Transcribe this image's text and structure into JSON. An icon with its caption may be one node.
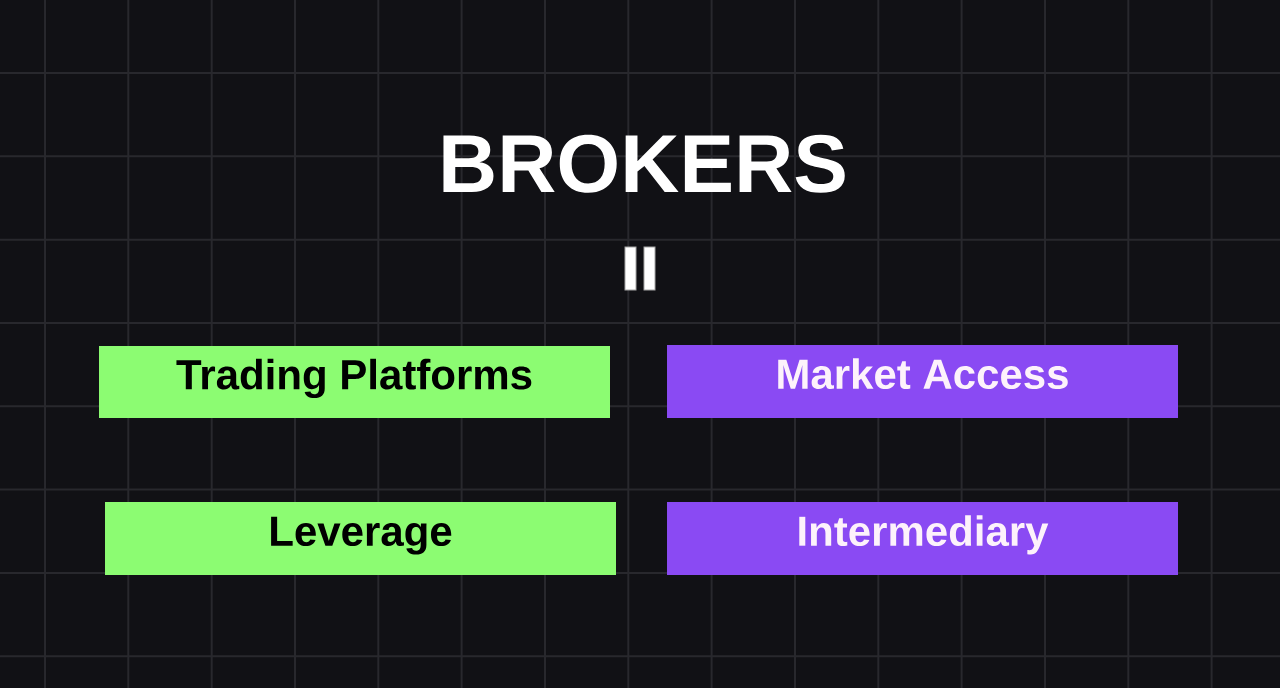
{
  "diagram": {
    "title": "BROKERS",
    "nodes": [
      {
        "text": [
          "Trading Platforms"
        ]
      },
      {
        "text": [
          "Market Access"
        ]
      },
      {
        "text": [
          "Leverage"
        ]
      },
      {
        "text": [
          "Intermediary"
        ]
      }
    ]
  }
}
